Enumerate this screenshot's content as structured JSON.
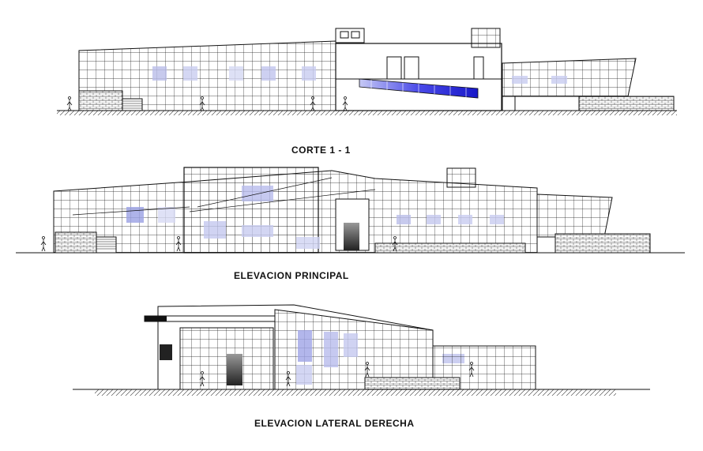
{
  "drawings": [
    {
      "id": "section",
      "title": "CORTE 1 - 1"
    },
    {
      "id": "front",
      "title": "ELEVACION PRINCIPAL"
    },
    {
      "id": "side",
      "title": "ELEVACION LATERAL DERECHA"
    }
  ],
  "colors": {
    "line": "#1a1a1a",
    "glass_blue": "#2a2ad8",
    "glass_light": "#c8ccf0",
    "hatch": "#666666"
  }
}
